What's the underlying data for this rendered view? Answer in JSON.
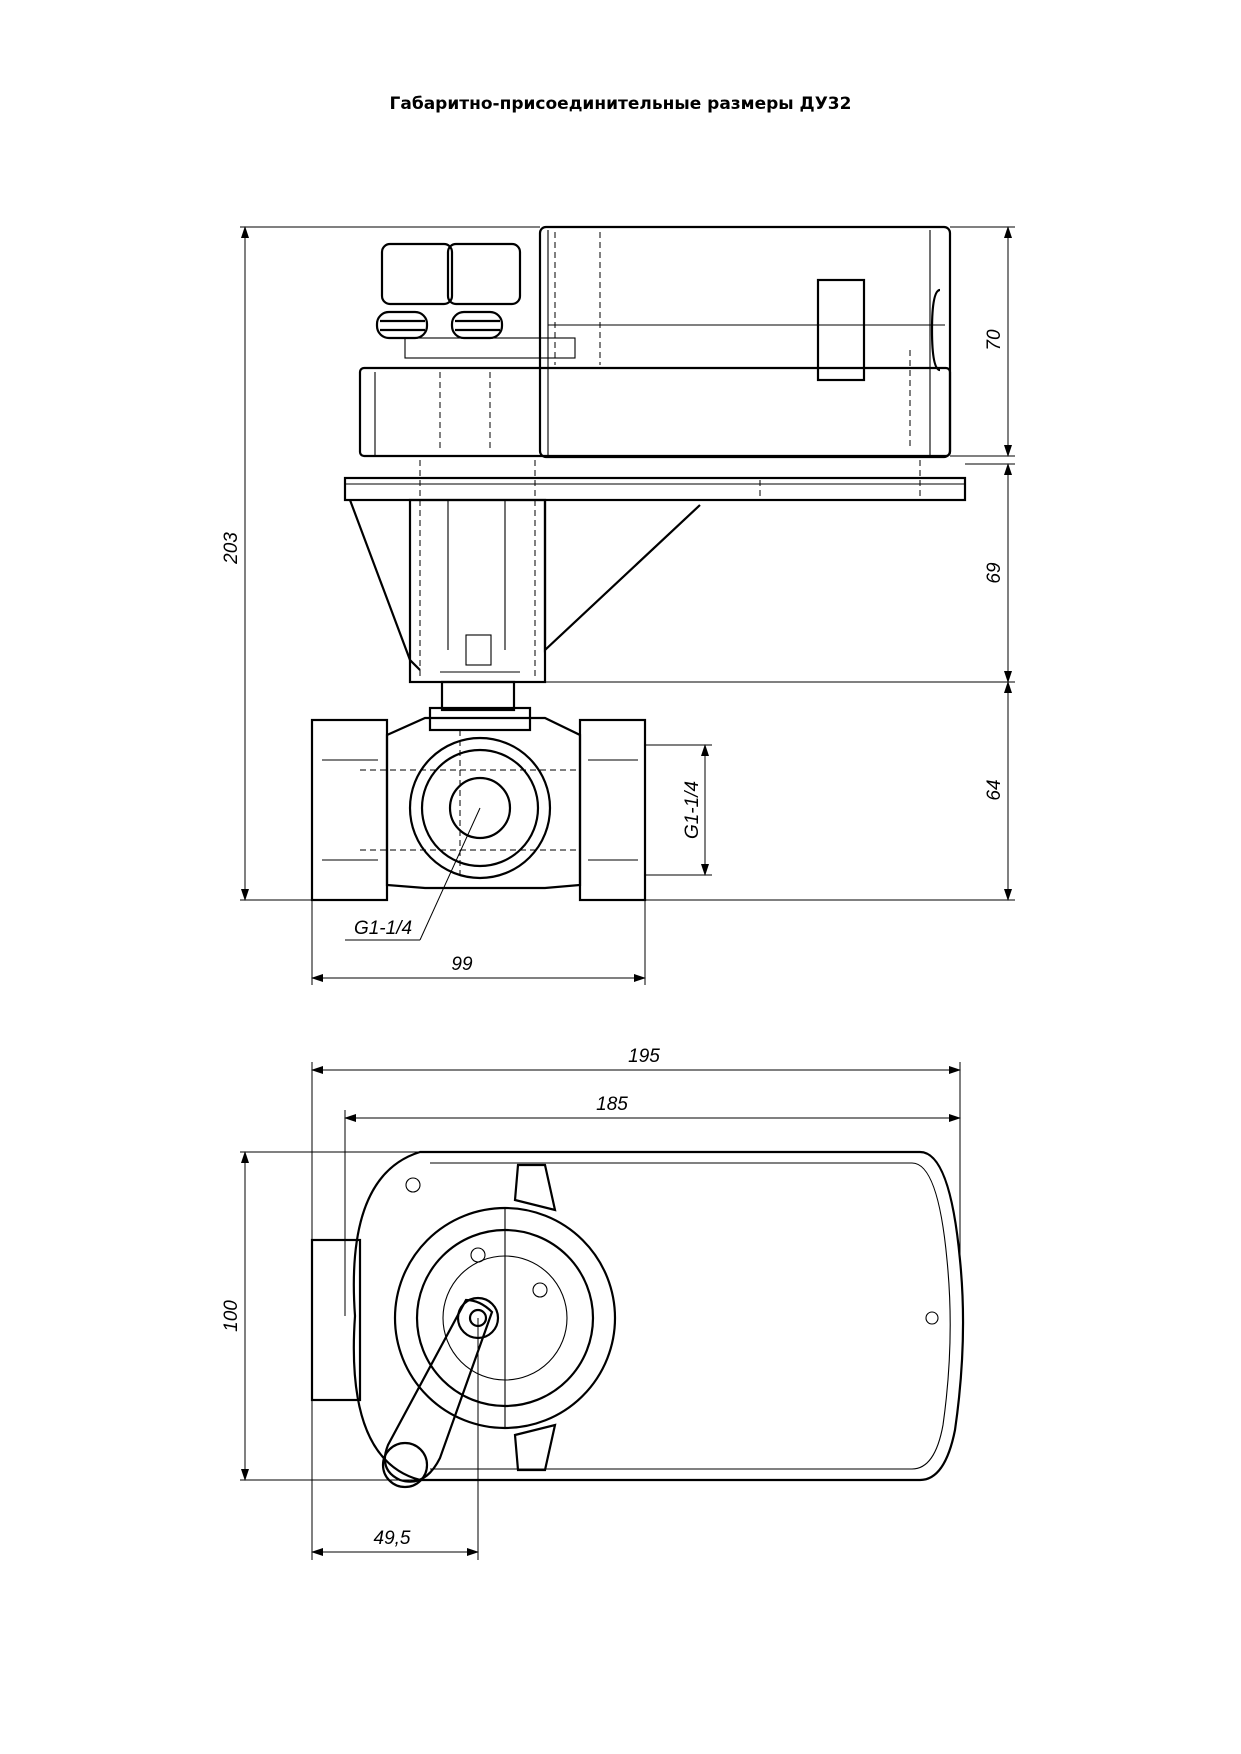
{
  "title": "Габаритно-присоединительные размеры ДУ32",
  "front_view": {
    "dimensions": {
      "total_height": "203",
      "actuator_height": "70",
      "bracket_height": "69",
      "valve_height": "64",
      "thread_right": "G1-1/4",
      "thread_bottom": "G1-1/4",
      "valve_length": "99"
    }
  },
  "top_view": {
    "dimensions": {
      "overall_length": "195",
      "body_length": "185",
      "width": "100",
      "axis_offset": "49,5"
    }
  }
}
